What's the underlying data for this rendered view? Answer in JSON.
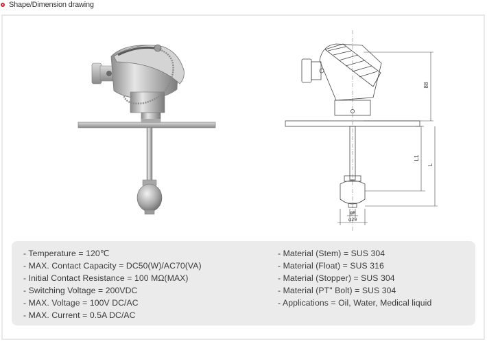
{
  "section": {
    "title": "Shape/Dimension drawing",
    "bullet_color": "#d2232a"
  },
  "drawing": {
    "dim_88": "88",
    "dim_L1": "L1",
    "dim_L": "L",
    "dim_phi8": "φ8",
    "dim_phi29": "φ29"
  },
  "specs_left": [
    "- Temperature = 120℃",
    "- MAX. Contact Capacity = DC50(W)/AC70(VA)",
    "- Initial Contact Resistance = 100 MΩ(MAX)",
    "- Switching Voltage = 200VDC",
    "- MAX. Voltage = 100V DC/AC",
    "- MAX. Current = 0.5A DC/AC"
  ],
  "specs_right": [
    "- Material (Stem) = SUS 304",
    "- Material (Float) = SUS 316",
    "- Material (Stopper) = SUS 304",
    "- Material (PT\" Bolt) = SUS 304",
    "- Applications = Oil, Water, Medical liquid"
  ]
}
